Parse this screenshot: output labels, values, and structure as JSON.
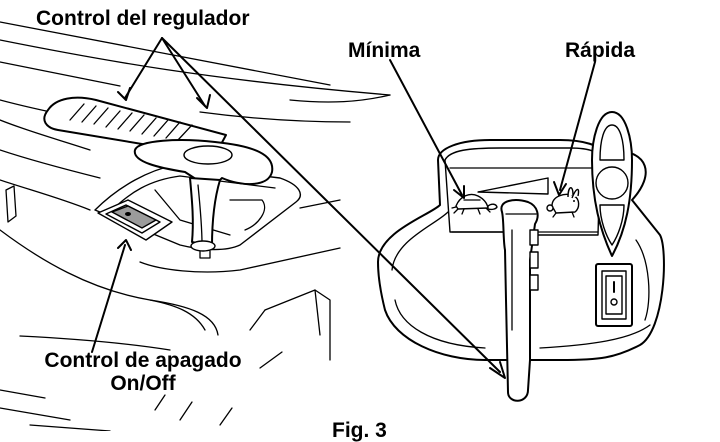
{
  "labels": {
    "throttle_control": "Control del regulador",
    "minimum": "Mínima",
    "fast": "Rápida",
    "shutoff_line1": "Control de apagado",
    "shutoff_line2": "On/Off",
    "figure": "Fig. 3"
  },
  "icons": [
    "turtle-icon",
    "rabbit-icon"
  ]
}
